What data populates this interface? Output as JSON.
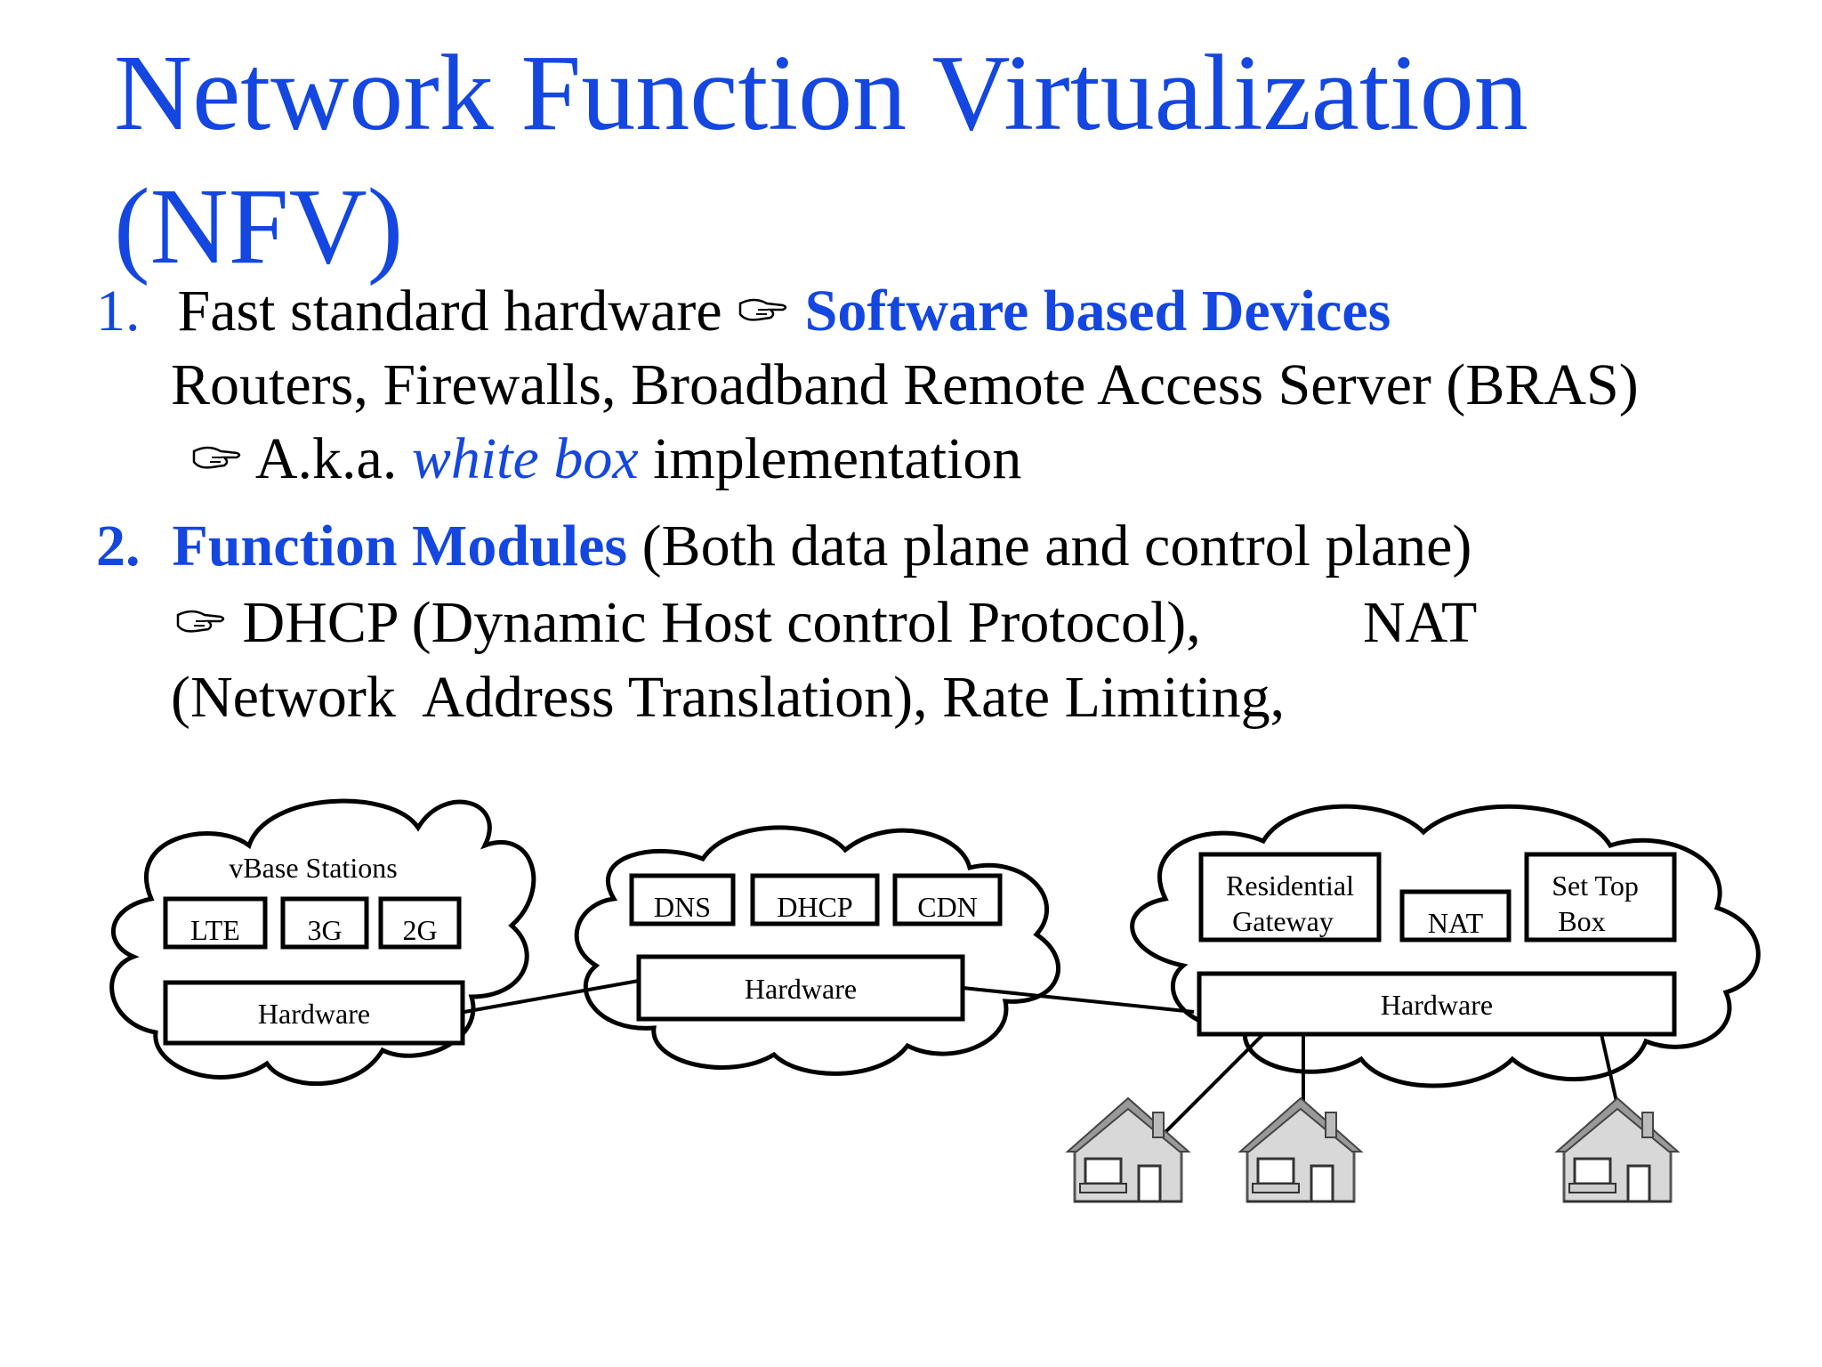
{
  "slide": {
    "title": "Network Function Virtualization (NFV)",
    "item1": {
      "number": "1.",
      "text_a": "Fast standard hardware",
      "highlight": "Software based Devices",
      "line2": "Routers, Firewalls, Broadband Remote Access Server (BRAS)",
      "sub_prefix": "A.k.a.",
      "sub_italic": "white box",
      "sub_suffix": "implementation"
    },
    "item2": {
      "number": "2.",
      "highlight": "Function Modules",
      "text_a": "(Both data plane and control plane)",
      "sub_line1a": "DHCP (Dynamic Host control Protocol),",
      "sub_line1b": "NAT",
      "sub_line2": "(Network  Address Translation), Rate Limiting,"
    },
    "bullet_icon": "pointing-hand-icon",
    "accent_color": "#1446e0"
  },
  "diagram": {
    "cloud1": {
      "title": "vBase Stations",
      "modules": [
        "LTE",
        "3G",
        "2G"
      ],
      "hardware": "Hardware"
    },
    "cloud2": {
      "modules": [
        "DNS",
        "DHCP",
        "CDN"
      ],
      "hardware": "Hardware"
    },
    "cloud3": {
      "module_residential_line1": "Residential",
      "module_residential_line2": "Gateway",
      "module_nat": "NAT",
      "module_stb_line1": "Set Top",
      "module_stb_line2": "Box",
      "hardware": "Hardware"
    },
    "house_icon": "house-with-computer-icon"
  }
}
